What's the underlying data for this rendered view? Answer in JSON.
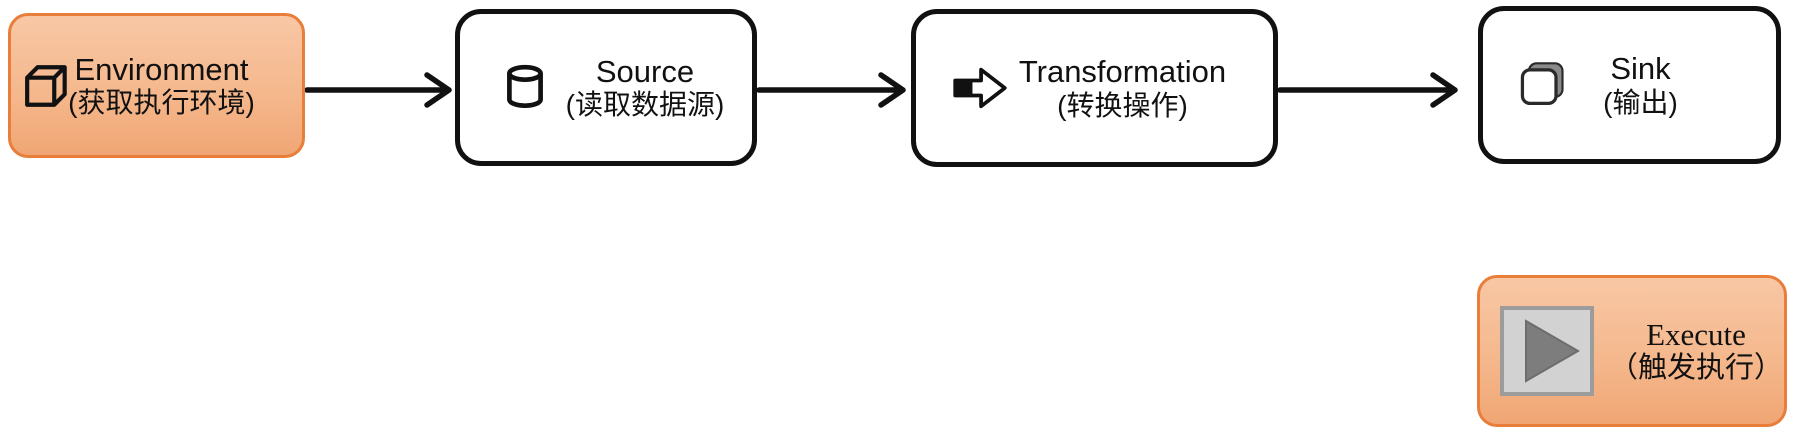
{
  "diagram": {
    "description": "flow-pipeline-diagram",
    "nodes": {
      "environment": {
        "title": "Environment",
        "subtitle": "(获取执行环境)"
      },
      "source": {
        "title": "Source",
        "subtitle": "(读取数据源)"
      },
      "transformation": {
        "title": "Transformation",
        "subtitle": "(转换操作)"
      },
      "sink": {
        "title": "Sink",
        "subtitle": "(输出)"
      },
      "execute": {
        "title": "Execute",
        "subtitle": "（触发执行）"
      }
    },
    "icons": {
      "environment": "cube-icon",
      "source": "database-cylinder-icon",
      "transformation": "block-arrow-icon",
      "sink": "3d-square-icon",
      "execute": "play-icon"
    },
    "colors": {
      "orange_fill_top": "#f8c7a5",
      "orange_fill_bottom": "#f0a674",
      "orange_border": "#e87e3a",
      "black_border": "#111111",
      "arrow": "#111111",
      "play_button_fill": "#d2d2d2",
      "play_button_border": "#9c9c9c",
      "play_triangle": "#7d7d7d",
      "background": "#ffffff"
    },
    "connectors": [
      {
        "from": "environment",
        "to": "source"
      },
      {
        "from": "source",
        "to": "transformation"
      },
      {
        "from": "transformation",
        "to": "sink"
      }
    ]
  }
}
